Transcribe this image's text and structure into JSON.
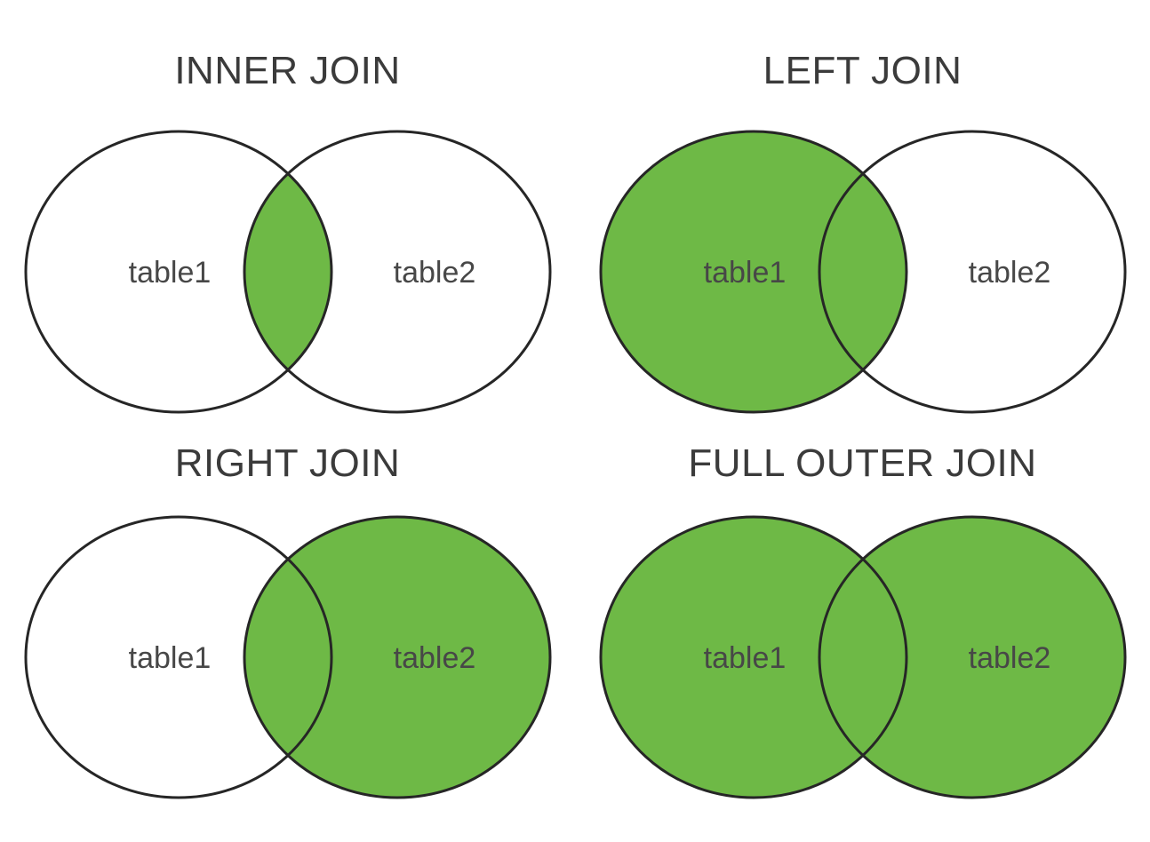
{
  "diagram_type": "sql-join-venn-diagrams",
  "colors": {
    "highlight_green": "#6eb946",
    "circle_white": "#ffffff",
    "outline": "#262626",
    "title_text": "#3b3b3b",
    "label_text": "#474747"
  },
  "panels": [
    {
      "id": "inner-join",
      "title": "INNER JOIN",
      "left_label": "table1",
      "right_label": "table2",
      "left_fill": "#ffffff",
      "right_fill": "#ffffff",
      "intersection_fill": "#6eb946"
    },
    {
      "id": "left-join",
      "title": "LEFT JOIN",
      "left_label": "table1",
      "right_label": "table2",
      "left_fill": "#6eb946",
      "right_fill": "#ffffff",
      "intersection_fill": "#6eb946"
    },
    {
      "id": "right-join",
      "title": "RIGHT JOIN",
      "left_label": "table1",
      "right_label": "table2",
      "left_fill": "#ffffff",
      "right_fill": "#6eb946",
      "intersection_fill": "#6eb946"
    },
    {
      "id": "full-outer-join",
      "title": "FULL OUTER JOIN",
      "left_label": "table1",
      "right_label": "table2",
      "left_fill": "#6eb946",
      "right_fill": "#6eb946",
      "intersection_fill": "#6eb946"
    }
  ]
}
